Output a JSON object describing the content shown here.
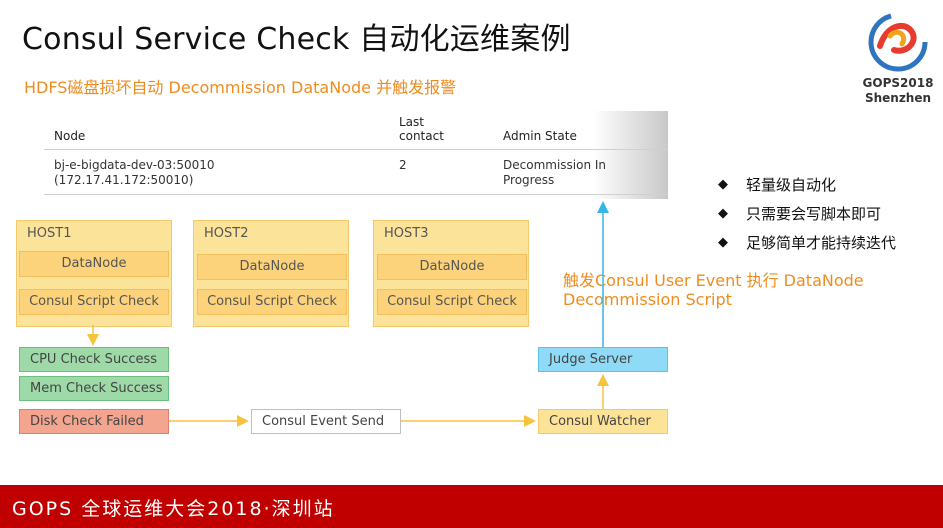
{
  "title": "Consul Service Check 自动化运维案例",
  "subtitle": "HDFS磁盘损坏自动 Decommission DataNode 并触发报警",
  "logo": {
    "line1": "GOPS2018",
    "line2": "Shenzhen"
  },
  "table": {
    "headers": {
      "node": "Node",
      "last_contact_1": "Last",
      "last_contact_2": "contact",
      "admin_state": "Admin State"
    },
    "row": {
      "node_1": "bj-e-bigdata-dev-03:50010",
      "node_2": "(172.17.41.172:50010)",
      "last_contact": "2",
      "admin_state_1": "Decommission In",
      "admin_state_2": "Progress"
    }
  },
  "hosts": [
    {
      "title": "HOST1",
      "datanode": "DataNode",
      "script_check": "Consul Script Check"
    },
    {
      "title": "HOST2",
      "datanode": "DataNode",
      "script_check": "Consul Script Check"
    },
    {
      "title": "HOST3",
      "datanode": "DataNode",
      "script_check": "Consul Script Check"
    }
  ],
  "checks": {
    "cpu": "CPU Check Success",
    "mem": "Mem Check Success",
    "disk": "Disk Check Failed"
  },
  "flow": {
    "event_send": "Consul Event Send",
    "watcher": "Consul Watcher",
    "judge": "Judge Server",
    "trigger_1": "触发Consul User Event 执行 DataNode",
    "trigger_2": "Decommission Script"
  },
  "bullets": [
    "轻量级自动化",
    "只需要会写脚本即可",
    "足够简单才能持续迭代"
  ],
  "bullet_glyph": "◆",
  "footer": "GOPS 全球运维大会2018·深圳站",
  "colors": {
    "accent": "#ee8c1f",
    "footer": "#c00000",
    "arrow": "#f7c23e",
    "arrow_blue": "#35b6e6"
  }
}
